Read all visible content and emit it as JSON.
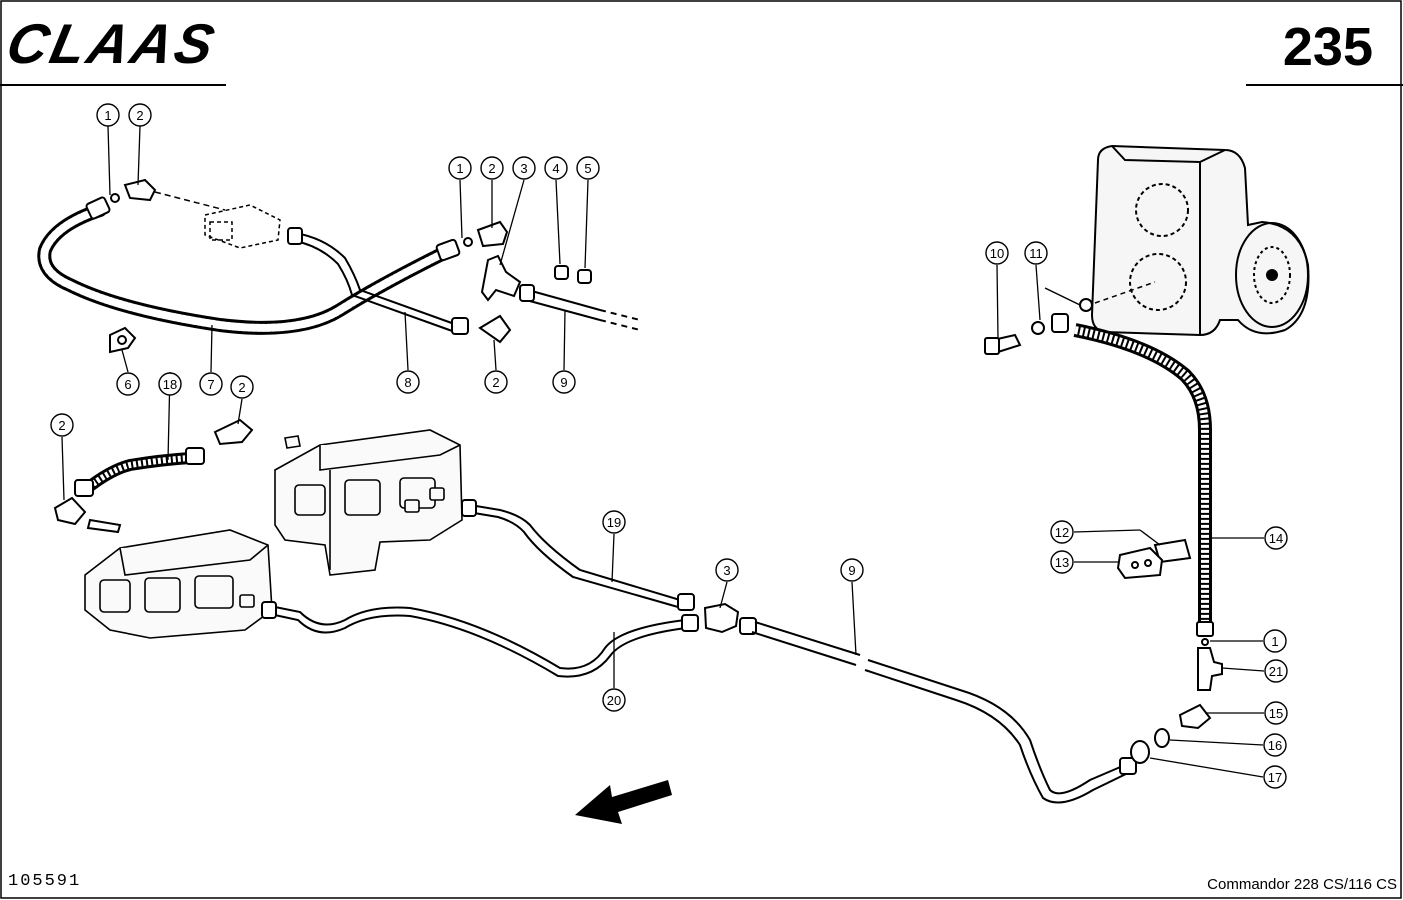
{
  "header": {
    "logo_text": "CLAAS",
    "page_number": "235"
  },
  "footer": {
    "document_number": "105591",
    "model": "Commandor 228 CS/116 CS"
  },
  "callouts": [
    "1",
    "2",
    "1",
    "2",
    "3",
    "4",
    "5",
    "6",
    "18",
    "7",
    "2",
    "8",
    "2",
    "9",
    "10",
    "11",
    "2",
    "12",
    "13",
    "14",
    "19",
    "3",
    "9",
    "20",
    "1",
    "21",
    "15",
    "16",
    "17"
  ]
}
